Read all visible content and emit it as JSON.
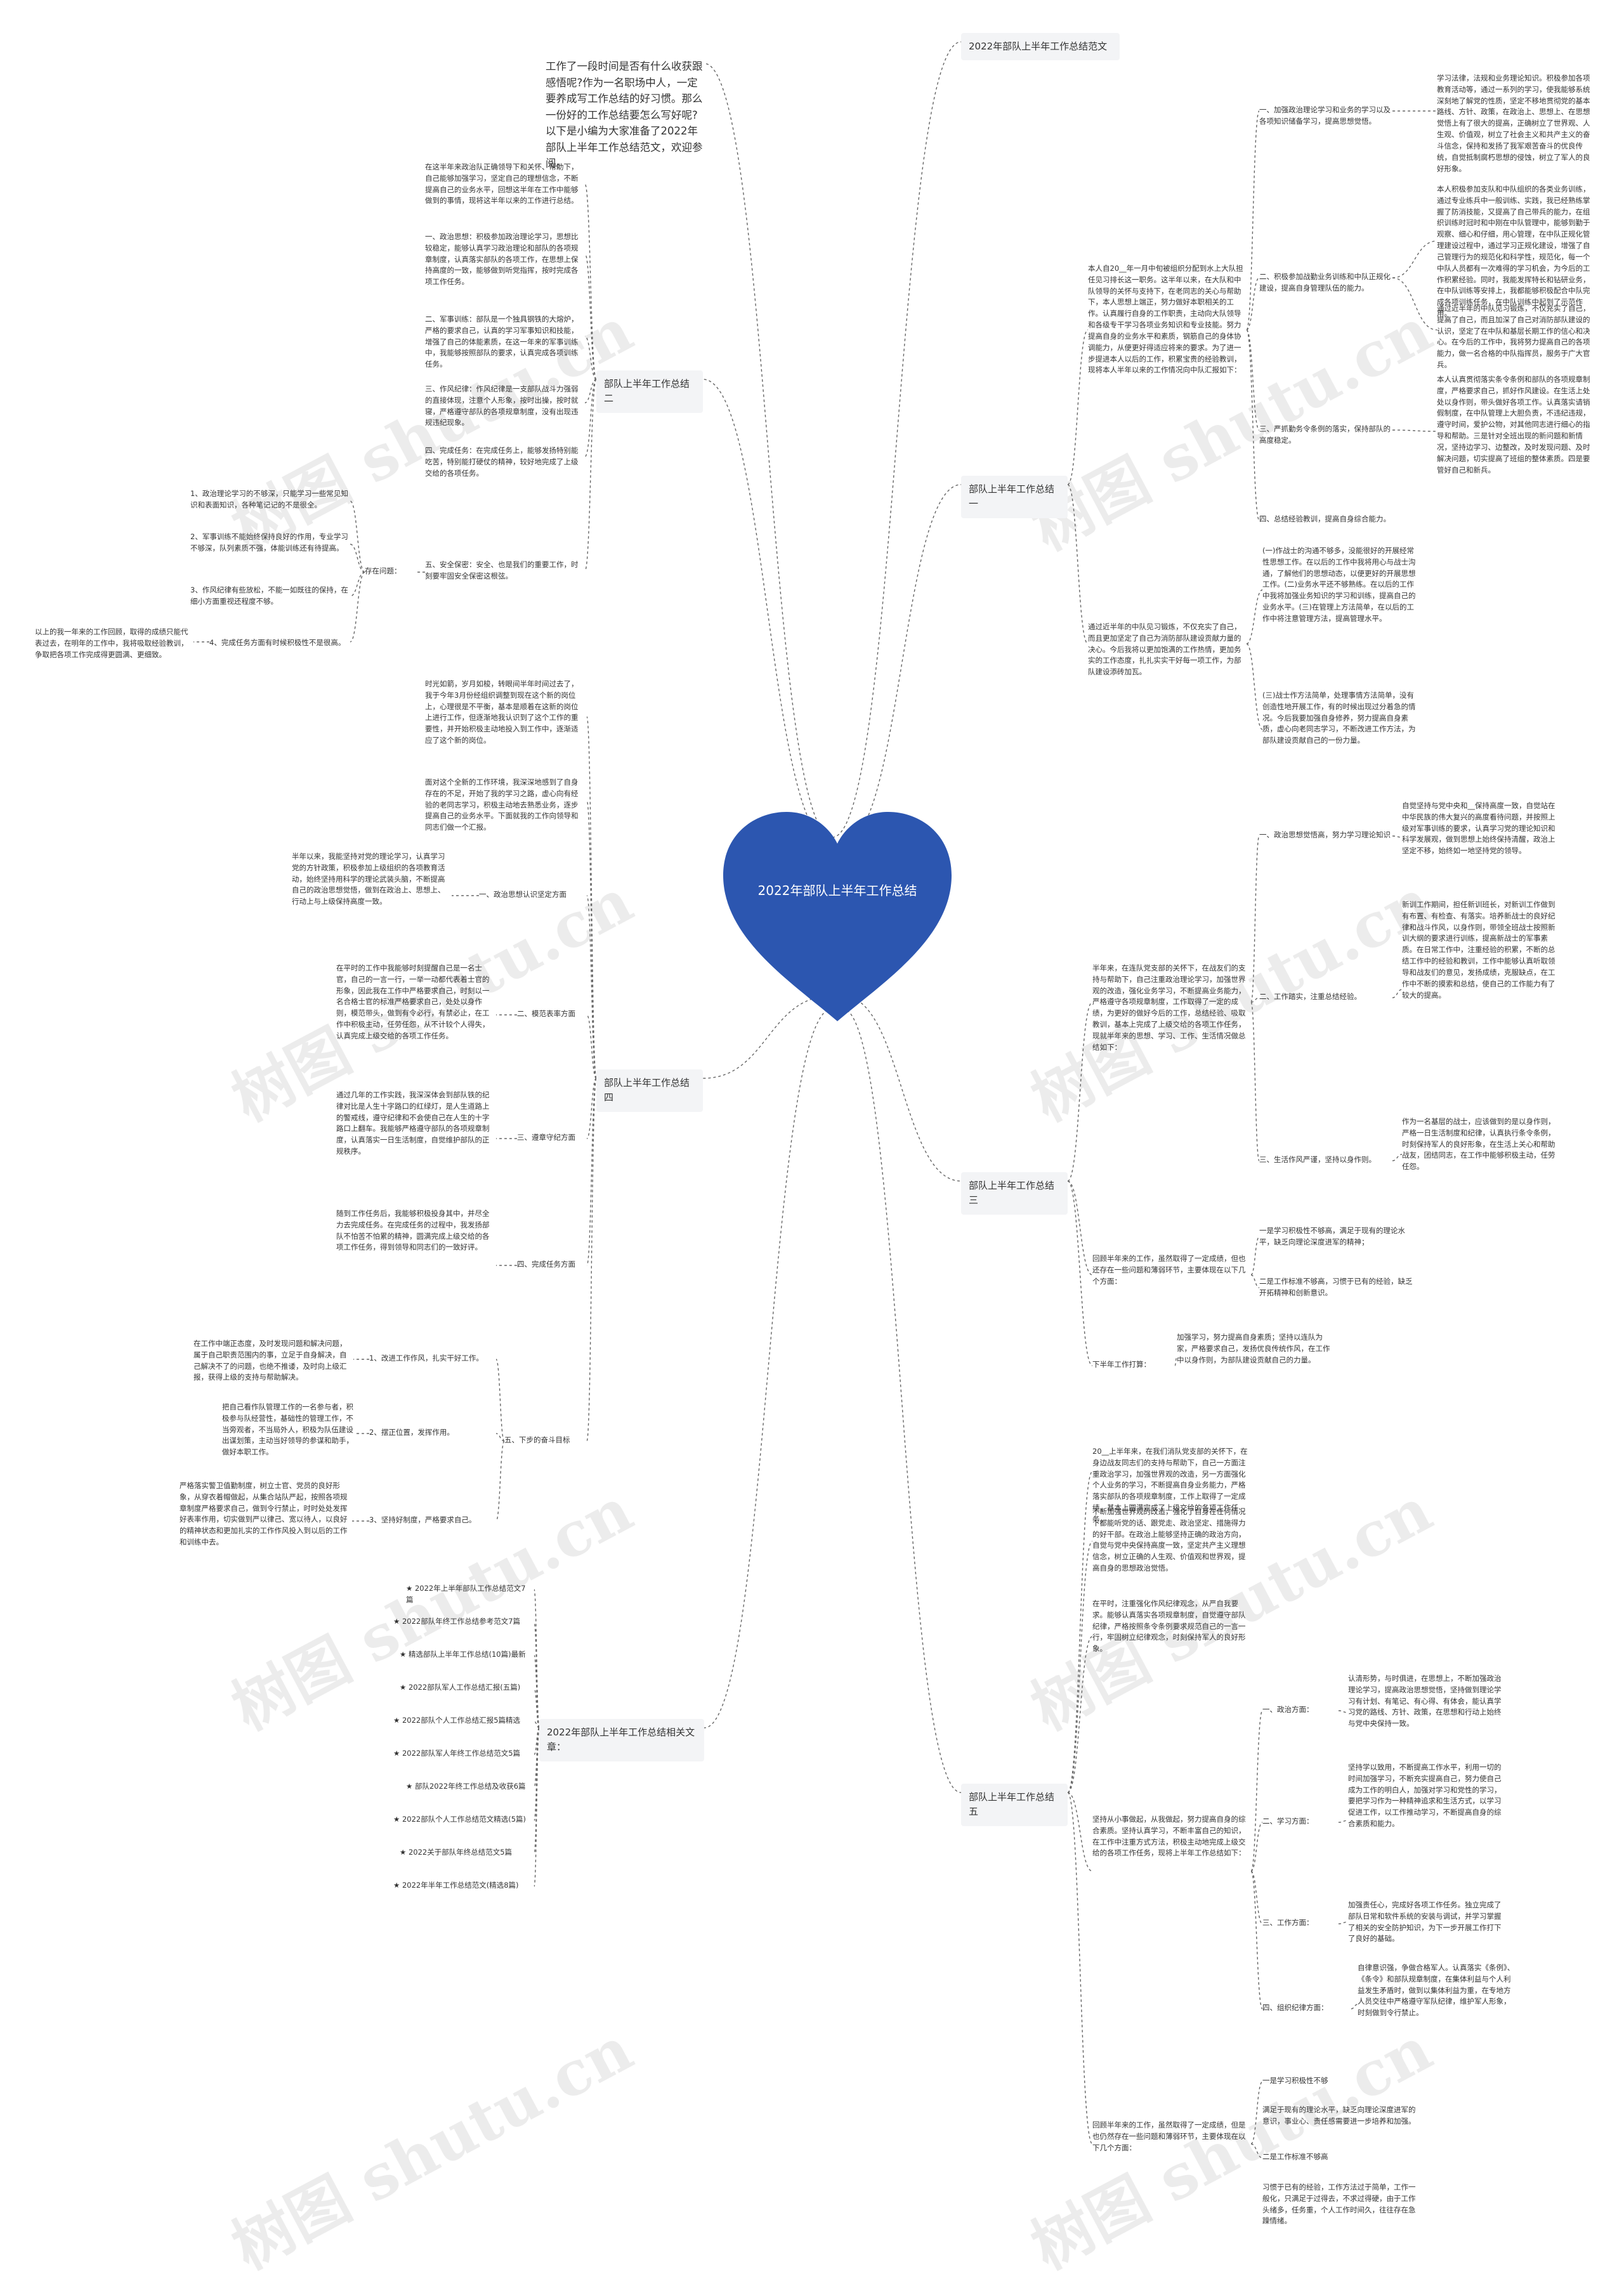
{
  "center": {
    "title": "2022年部队上半年工作总结",
    "color": "#2c56b0"
  },
  "branches": {
    "b0": "2022年部队上半年工作总结范文",
    "b1": "部队上半年工作总结一",
    "b2": "部队上半年工作总结二",
    "b3": "部队上半年工作总结三",
    "b4": "部队上半年工作总结四",
    "b5": "部队上半年工作总结五",
    "rel": "2022年部队上半年工作总结相关文章："
  },
  "intro": "工作了一段时间是否有什么收获跟感悟呢?作为一名职场中人，一定要养成写工作总结的好习惯。那么一份好的工作总结要怎么写好呢?以下是小编为大家准备了2022年部队上半年工作总结范文，欢迎参阅。",
  "s1": {
    "intro": "本人自20__年一月中旬被组织分配到水上大队担任见习排长这一职务。这半年以来，在大队和中队领导的关怀与支持下，在老同志的关心与帮助下，本人思想上端正，努力做好本职相关的工作。认真履行自身的工作职责，主动向大队领导和各级专干学习各项业务知识和专业技能。努力提高自身的业务水平和素质，钢筋自己的身体协调能力，从便更好得适应将来的要求。为了进一步提进本人以后的工作，积累宝贵的经验教训，现将本人半年以来的工作情况向中队汇报如下：",
    "items": [
      "一、加强政治理论学习和业务的学习以及各项知识储备学习，提高思想觉悟。",
      "二、积极参加战勤业务训练和中队正规化建设，提高自身管理队伍的能力。",
      "三、严抓勤务令条例的落实，保持部队的高度稳定。",
      "四、总结经验教训，提高自身综合能力。"
    ],
    "d1": "学习法律，法规和业务理论知识。积极参加各项教育活动等，通过一系列的学习，使我能够系统深刻地了解党的性质，坚定不移地贯彻党的基本路线、方针、政策，在政治上、思想上、在思想觉悟上有了很大的提高，正确树立了世界观、人生观、价值观，树立了社会主义和共产主义的奋斗信念，保持和发扬了我军艰苦奋斗的优良传统，自觉抵制腐朽思想的侵蚀，树立了军人的良好形象。",
    "d2a": "本人积极参加支队和中队组织的各类业务训练，通过专业练兵中一般训练、实践，我已经熟练掌握了防消技能，又提高了自己带兵的能力，在组织训练时冠时和中刚在中队管理中，能够到勤于观察、细心和仔细，用心管理，在中队正规化管理建设过程中，通过学习正规化建设，增强了自己管理行为的规范化和科学性，规范化，每一个中队人员都有一次难得的学习机会，为今后的工作积累经验。同时，我能发挥特长和钻研业务，在中队训练等安排上，我都能够积极配合中队完成各项训练任务，在中队训练中起到了示范作用。",
    "d2b": "通过近半年的中队见习锻炼，不仅充实了自己，提高了自己，而且加深了自己对消防部队建设的认识，坚定了在中队和基层长期工作的信心和决心。在今后的工作中，我将努力提高自己的各项能力，做一名合格的中队指挥员，服务于广大官兵。",
    "d3": "本人认真贯彻落实条令条例和部队的各项规章制度，严格要求自己，抓好作风建设。在生活上处处以身作则，带头做好各项工作。认真落实请销假制度，在中队管理上大胆负责，不违纪违规，遵守时间，爱护公物，对其他同志进行细心的指导和帮助。三是针对全班出现的新问题和新情况，坚持边学习、边整改，及时发现问题、及时解决问题，切实提高了班组的整体素质。四是要管好自己和新兵。",
    "d4": "(一)作战士的沟通不够多，没能很好的开展经常性思想工作。在以后的工作中我将用心与战士沟通，了解他们的思想动态，以便更好的开展思想工作。(二)业务水平还不够熟练。在以后的工作中我将加强业务知识的学习和训练，提高自己的业务水平。(三)在管理上方法简单，在以后的工作中将注意管理方法，提高管理水平。",
    "d4b": "通过近半年的中队见习锻炼，不仅充实了自己，而且更加坚定了自己为消防部队建设贡献力量的决心。今后我将以更加饱满的工作热情，更加务实的工作态度，扎扎实实干好每一项工作，为部队建设添砖加瓦。",
    "d4c": "(三)战士作方法简单，处理事情方法简单，没有创造性地开展工作，有的时候出现过分着急的情况。今后我要加强自身修养，努力提高自身素质，虚心向老同志学习，不断改进工作方法，为部队建设贡献自己的一份力量。"
  },
  "s2": {
    "intro": "在这半年来政治队正确领导下和关怀、帮助下，自己能够加强学习，坚定自己的理想信念，不断提高自己的业务水平，回想这半年在工作中能够做到的事情，现将这半年以来的工作进行总结。",
    "p1": "一、政治思想：积极参加政治理论学习，思想比较稳定，能够认真学习政治理论和部队的各项规章制度，认真落实部队的各项工作，在思想上保持高度的一致，能够做到听党指挥，按时完成各项工作任务。",
    "p2": "二、军事训练：部队是一个独具钢铁的大熔炉，严格的要求自己，认真的学习军事知识和技能，增强了自己的体能素质，在这一年来的军事训练中，我能够按照部队的要求，认真完成各项训练任务。",
    "p3": "三、作风纪律：作风纪律是一支部队战斗力强弱的直接体现，注意个人形象，按时出操，按时就寝，严格遵守部队的各项规章制度，没有出现违规违纪现象。",
    "p4": "四、完成任务：在完成任务上，能够发扬特别能吃苦，特别能打硬仗的精神，较好地完成了上级交给的各项任务。",
    "p5": "五、安全保密：安全、也是我们的重要工作，时刻要牢固安全保密这根弦。",
    "issues_label": "存在问题：",
    "issues": [
      "1、政治理论学习的不够深，只能学习一些常见知识和表面知识，各种笔记记的不是很全。",
      "2、军事训练不能始终保持良好的作用，专业学习不够深，队列素质不强，体能训练还有待提高。",
      "3、作风纪律有些放松，不能一如既往的保持，在细小方面重视还程度不够。",
      "4、完成任务方面有时候积极性不是很高。"
    ],
    "summary": "以上的我一年来的工作回顾，取得的成绩只能代表过去，在明年的工作中，我将吸取经验教训，争取把各项工作完成得更圆满、更细致。"
  },
  "s3": {
    "intro": "半年来，在连队党支部的关怀下，在战友们的支持与帮助下，自己注重政治理论学习，加强世界观的改造，强化业务学习，不断提高业务能力，严格遵守各项规章制度，工作取得了一定的成绩，为更好的做好今后的工作，总结经验、吸取教训，基本上完成了上级交给的各项工作任务，现就半年来的思想、学习、工作、生活情况做总结如下：",
    "items": [
      "一、政治思想觉悟高，努力学习理论知识",
      "二、工作踏实，注重总结经验。",
      "三、生活作风严谨，坚持以身作则。"
    ],
    "d1": "自觉坚持与党中央和__保持高度一致，自觉站在中华民族的伟大复兴的高度看待问题，并按照上级对军事训练的要求，认真学习党的理论知识和科学发展观，做到思想上始终保持清醒，政治上坚定不移，始终如一地坚持党的领导。",
    "d2": "新训工作期间，担任新训班长，对新训工作做到有布置、有检查、有落实。培养新战士的良好纪律和战斗作风，以身作则，带领全班战士按照新训大纲的要求进行训练，提高新战士的军事素质。在日常工作中，注重经验的积累，不断的总结工作中的经验和教训，工作中能够认真听取领导和战友们的意见，发扬成绩，克服缺点，在工作中不断的摸索和总结，使自己的工作能力有了较大的提高。",
    "d3": "作为一名基层的战士，应该做到的是以身作则，严格一日生活制度和纪律，认真执行条令条例，时刻保持军人的良好形象，在生活上关心和帮助战友，团结同志，在工作中能够积极主动，任劳任怨。",
    "problems": "回顾半年来的工作，虽然取得了一定成绩，但也还存在一些问题和薄弱环节，主要体现在以下几个方面：",
    "prob1": "一是学习积极性不够高，满足于现有的理论水平，缺乏向理论深度进军的精神；",
    "prob2": "二是工作标准不够高，习惯于已有的经验，缺乏开拓精神和创新意识。",
    "plan_label": "下半年工作打算：",
    "plan": "加强学习，努力提高自身素质；坚持以连队为家，严格要求自己，发扬优良传统作风，在工作中以身作则，为部队建设贡献自己的力量。"
  },
  "s4": {
    "p1": "时光如箭，岁月如梭，转眼间半年时间过去了，我于今年3月份经组织调整到现在这个新的岗位上，心理很是不平衡，基本是顺着在这新的岗位上进行工作，但逐渐地我认识到了这个工作的重要性，并开始积极主动地投入到工作中，逐渐适应了这个新的岗位。",
    "p2": "面对这个全新的工作环境，我深深地感到了自身存在的不足，开始了我的学习之路，虚心向有经验的老同志学习，积极主动地去熟悉业务，逐步提高自己的业务水平。下面就我的工作向领导和同志们做一个汇报。",
    "l1": "一、政治思想认识坚定方面",
    "d1": "半年以来，我能坚持对党的理论学习，认真学习党的方针政策，积极参加上级组织的各项教育活动，始终坚持用科学的理论武装头脑，不断提高自己的政治思想觉悟，做到在政治上、思想上、行动上与上级保持高度一致。",
    "l2": "二、模范表率方面",
    "d2": "在平时的工作中我能够时刻提醒自己是一名士官，自己的一言一行，一举一动都代表着士官的形象，因此我在工作中严格要求自己，时刻以一名合格士官的标准严格要求自己，处处以身作则，模范带头，做到有令必行，有禁必止，在工作中积极主动，任劳任怨，从不计较个人得失，认真完成上级交给的各项工作任务。",
    "l3": "三、遵章守纪方面",
    "d3": "通过几年的工作实践，我深深体会到部队铁的纪律对比是人生十字路口的红绿灯，是人生道路上的警戒线，遵守纪律和不会使自己在人生的十字路口上翻车。我能够严格遵守部队的各项规章制度，认真落实一日生活制度，自觉维护部队的正规秩序。",
    "l4": "四、完成任务方面",
    "d4": "随到工作任务后，我能够积极投身其中，并尽全力去完成任务。在完成任务的过程中，我发扬部队不怕苦不怕累的精神，圆满完成上级交给的各项工作任务，得到领导和同志们的一致好评。",
    "l5": "五、下步的奋斗目标",
    "goals": [
      "1、改进工作作风，扎实干好工作。",
      "2、摆正位置，发挥作用。",
      "3、坚持好制度，严格要求自己。"
    ],
    "g1": "在工作中端正态度，及时发现问题和解决问题，属于自己职责范围内的事，立足于自身解决，自己解决不了的问题，也绝不推诿，及时向上级汇报，获得上级的支持与帮助解决。",
    "g2": "把自己看作队管理工作的一名参与者，积极参与队经营性，基础性的管理工作，不当旁观者，不当局外人，积极为队伍建设出谋划策，主动当好领导的参谋和助手，做好本职工作。",
    "g3": "严格落实警卫值勤制度，树立士官、党员的良好形象，从穿衣着帽做起，从集合站队严起，按照各项规章制度严格要求自己，做到令行禁止，时时处处发挥好表率作用，切实做到严以律己、宽以待人，以良好的精神状态和更加扎实的工作作风投入到以后的工作和训练中去。"
  },
  "s5": {
    "intro": "20__上半年来，在我们消队党支部的关怀下，在身边战友同志们的支持与帮助下，自己一方面注重政治学习，加强世界观的改造，另一方面强化个人业务的学习，不断提高自身业务能力，严格落实部队的各项规章制度，工作上取得了一定成绩，基本上圆满完成了上级交给的各项工作任务。",
    "p1": "不断加强世界观的改造，强化了自身在任何情况下都能听党的话、跟党走、政治坚定、措施得力的好干部。在政治上能够坚持正确的政治方向，自觉与党中央保持高度一致，坚定共产主义理想信念，树立正确的人生观、价值观和世界观，提高自身的思想政治觉悟。",
    "p2": "在平时，注重强化作风纪律观念，从严自我要求。能够认真落实各项规章制度，自觉遵守部队纪律，严格按照条令条例要求规范自己的一言一行，牢固树立纪律观念，时刻保持军人的良好形象。",
    "p3": "坚持从小事做起，从我做起，努力提高自身的综合素质。坚持认真学习，不断丰富自己的知识，在工作中注重方式方法，积极主动地完成上级交给的各项工作任务，现将上半年工作总结如下：",
    "items": [
      "一、政治方面：",
      "二、学习方面：",
      "三、工作方面：",
      "四、组织纪律方面："
    ],
    "d1": "认清形势，与时俱进，在思想上，不断加强政治理论学习，提高政治思想觉悟，坚持做到理论学习有计划、有笔记、有心得、有体会，能认真学习党的路线、方针、政策，在思想和行动上始终与党中央保持一致。",
    "d2": "坚持学以致用，不断提高工作水平，利用一切的时间加强学习，不断充实提高自己，努力使自己成为工作的明白人，加强对学习和党性的学习，要把学习作为一种精神追求和生活方式，以学习促进工作，以工作推动学习，不断提高自身的综合素质和能力。",
    "d3": "加强责任心，完成好各项工作任务。独立完成了部队日常和软件系统的安装与调试，并学习掌握了相关的安全防护知识，为下一步开展工作打下了良好的基础。",
    "d4": "自律意识强，争做合格军人。认真落实《条例》、《条令》和部队规章制度，在集体利益与个人利益发生矛盾时，做到以集体利益为重，在专地方人员交往中严格遵守军队纪律，维护军人形象，时刻做到令行禁止。",
    "problems": "回顾半年来的工作，虽然取得了一定成绩，但是也仍然存在一些问题和薄弱环节，主要体现在以下几个方面：",
    "prob1": "一是学习积极性不够",
    "prob1d": "满足于现有的理论水平，缺乏向理论深度进军的意识，事业心、责任感需要进一步培养和加强。",
    "prob2": "二是工作标准不够高",
    "prob2d": "习惯于已有的经验，工作方法过于简单，工作一般化，只满足于过得去，不求过得硬，由于工作头绪多，任务重，个人工作时间久，往往存在急躁情绪。"
  },
  "related": [
    "★ 2022年上半年部队工作总结范文7篇",
    "★ 2022部队年终工作总结参考范文7篇",
    "★ 精选部队上半年工作总结(10篇)最新",
    "★ 2022部队军人工作总结汇报(五篇)",
    "★ 2022部队个人工作总结汇报5篇精选",
    "★ 2022部队军人年终工作总结范文5篇",
    "★ 部队2022年终工作总结及收获6篇",
    "★ 2022部队个人工作总结范文精选(5篇)",
    "★ 2022关于部队年终总结范文5篇",
    "★ 2022年半年工作总结范文(精选8篇)"
  ],
  "watermark": "树图 shutu.cn"
}
